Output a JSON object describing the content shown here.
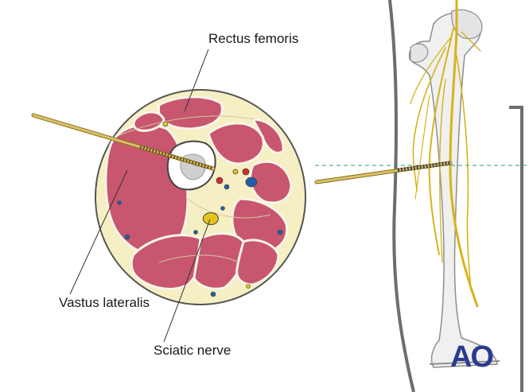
{
  "labels": {
    "rectus_femoris": "Rectus femoris",
    "vastus_lateralis": "Vastus lateralis",
    "sciatic_nerve": "Sciatic nerve"
  },
  "logo": {
    "text": "AO"
  },
  "colors": {
    "muscle": "#c8566e",
    "fat": "#f6efc3",
    "bone": "#e9e9e9",
    "nerve": "#e6c21e",
    "artery": "#d52b2b",
    "vein": "#1f5ea8",
    "pin": "#c9b04a",
    "guide_line": "#2e9e6e",
    "logo": "#2a3b8f"
  }
}
